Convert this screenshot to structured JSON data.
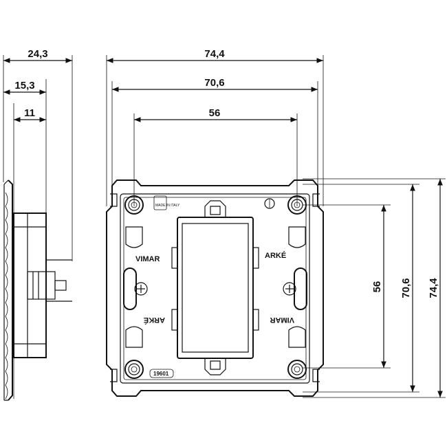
{
  "dimensions": {
    "side_total": "24,3",
    "side_mid": "15,3",
    "side_small": "11",
    "front_width_outer": "74,4",
    "front_width_inner": "70,6",
    "front_width_center": "56",
    "front_height_center": "56",
    "front_height_inner": "70,6",
    "front_height_outer": "74,4"
  },
  "markings": {
    "brand_top": "VIMAR",
    "product_top": "ARKÉ",
    "brand_bottom": "VIMAR",
    "product_bottom": "ARKÉ",
    "code": "19601",
    "made_in": "MADE IN ITALY"
  }
}
